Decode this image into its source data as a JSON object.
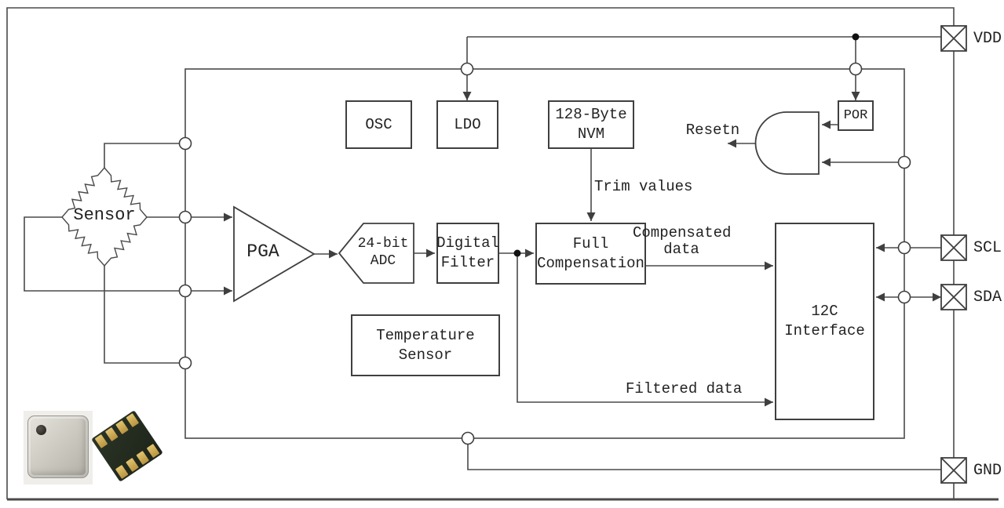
{
  "blocks": {
    "sensor_bridge": {
      "label": "Sensor"
    },
    "pga": {
      "label": "PGA"
    },
    "adc": {
      "line1": "24-bit",
      "line2": "ADC"
    },
    "digital_filter": {
      "line1": "Digital",
      "line2": "Filter"
    },
    "full_compensation": {
      "line1": "Full",
      "line2": "Compensation"
    },
    "temperature_sensor": {
      "line1": "Temperature",
      "line2": "Sensor"
    },
    "osc": {
      "label": "OSC"
    },
    "ldo": {
      "label": "LDO"
    },
    "nvm": {
      "line1": "128-Byte",
      "line2": "NVM"
    },
    "por": {
      "label": "POR"
    },
    "i2c_interface": {
      "line1": "12C",
      "line2": "Interface"
    }
  },
  "pins": [
    {
      "name": "VDD"
    },
    {
      "name": "SCL"
    },
    {
      "name": "SDA"
    },
    {
      "name": "GND"
    }
  ],
  "signals": {
    "trim_values": "Trim values",
    "compensated_line1": "Compensated",
    "compensated_line2": "data",
    "filtered_data": "Filtered data",
    "resetn": "Resetn"
  },
  "colors": {
    "line": "#4a4a4a",
    "text": "#222222",
    "background": "#ffffff",
    "pad_gold": "#c9a44d",
    "pcb_dark": "#232b20",
    "metal_lid": "#cfccc4"
  }
}
